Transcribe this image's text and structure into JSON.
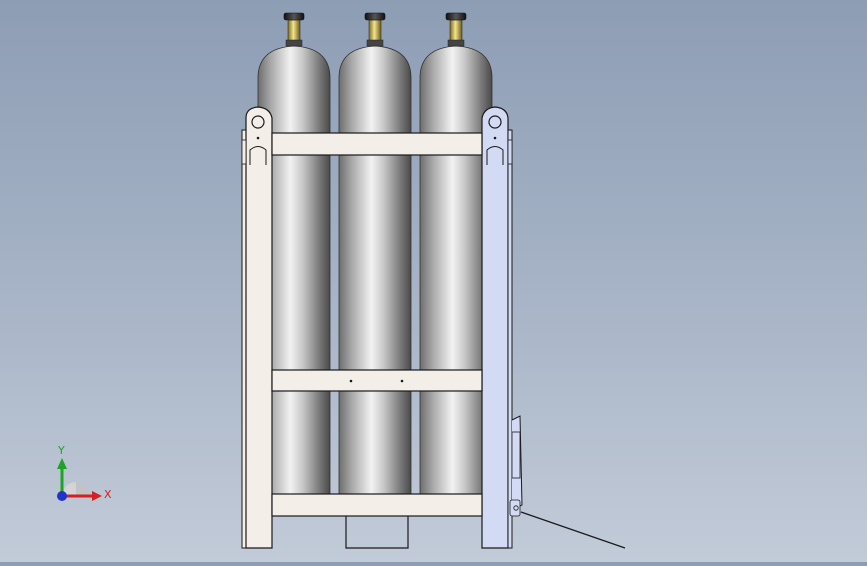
{
  "viewport": {
    "background_top": "#8d9db4",
    "background_bottom": "#c2cbd8"
  },
  "model": {
    "cylinder_count": 3,
    "frame_fill": "#f3eee8",
    "frame_stroke": "#1a1a1a",
    "selected_post_fill": "#d3daf3",
    "valve_color": "#c9b24a"
  },
  "triad": {
    "x_label": "X",
    "y_label": "Y",
    "x_color": "#d42020",
    "y_color": "#1fa326",
    "z_color": "#2233cc"
  }
}
